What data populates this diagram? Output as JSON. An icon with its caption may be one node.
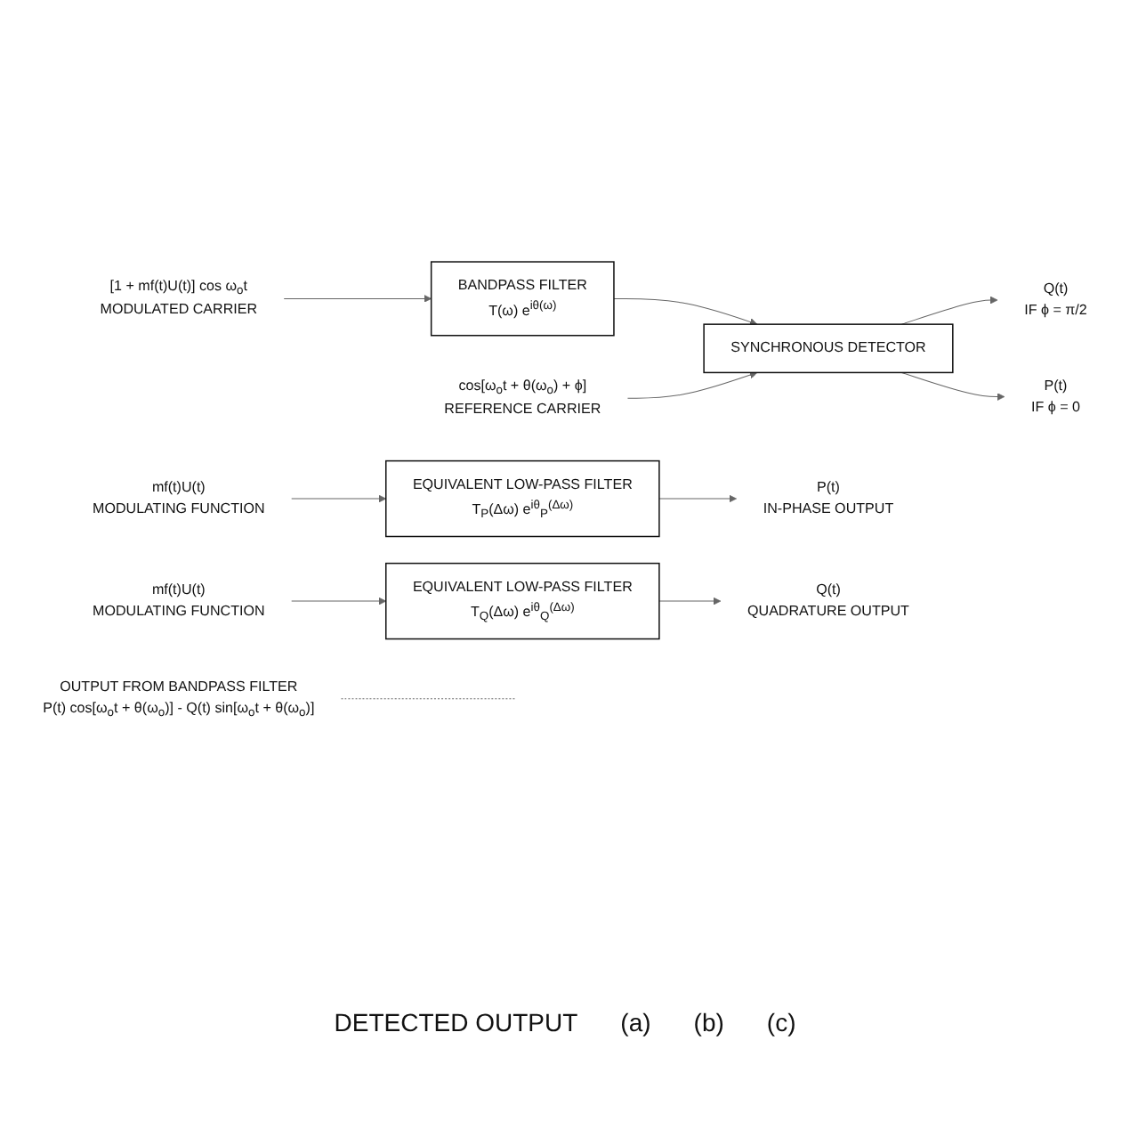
{
  "diagram": {
    "nodes": [
      {
        "text": [
          "[1 + mf(t)U(t)] cos ω$_{o}$t",
          "MODULATED CARRIER"
        ]
      },
      {
        "text": [
          "BANDPASS FILTER",
          "T(ω) e$^{iθ(ω)}$"
        ]
      },
      {
        "text": [
          "SYNCHRONOUS DETECTOR"
        ]
      },
      {
        "text": [
          "Q(t)",
          "IF ϕ = π/2"
        ]
      },
      {
        "text": [
          "P(t)",
          "IF ϕ = 0"
        ]
      },
      {
        "text": [
          "cos[ω$_{o}$t + θ(ω$_{o}$) + ϕ]",
          "REFERENCE CARRIER"
        ]
      },
      {
        "text": [
          "OUTPUT FROM BANDPASS FILTER",
          "P(t) cos[ω$_{o}$t + θ(ω$_{o}$)] - Q(t) sin[ω$_{o}$t + θ(ω$_{o}$)]"
        ]
      },
      {
        "text": [
          "mf(t)U(t)",
          "MODULATING FUNCTION"
        ]
      },
      {
        "text": [
          "EQUIVALENT LOW-PASS FILTER",
          "T$_{P}$(Δω) e$^{iθ}$$_{P}$$^{(Δω)}$"
        ]
      },
      {
        "text": [
          "P(t)",
          "IN-PHASE OUTPUT"
        ]
      },
      {
        "text": [
          "mf(t)U(t)",
          "MODULATING FUNCTION"
        ]
      },
      {
        "text": [
          "EQUIVALENT LOW-PASS FILTER",
          "T$_{Q}$(Δω) e$^{iθ}$$_{Q}$$^{(Δω)}$"
        ]
      },
      {
        "text": [
          "Q(t)",
          "QUADRATURE OUTPUT"
        ]
      }
    ],
    "edges": [
      {
        "from": 0,
        "to": 1,
        "arrow": "to"
      },
      {
        "from": 1,
        "to": 2,
        "arrow": "to"
      },
      {
        "from": 2,
        "to": 3,
        "arrow": "to"
      },
      {
        "from": 2,
        "to": 4,
        "arrow": "to"
      },
      {
        "from": 5,
        "to": 2,
        "arrow": "to"
      },
      {
        "from": 6,
        "to": null,
        "arrow": "none",
        "style": "dashed"
      },
      {
        "from": 7,
        "to": 8,
        "arrow": "to"
      },
      {
        "from": 8,
        "to": 9,
        "arrow": "to"
      },
      {
        "from": 10,
        "to": 11,
        "arrow": "to"
      },
      {
        "from": 11,
        "to": 12,
        "arrow": "to"
      }
    ],
    "labels": [
      "DETECTED OUTPUT",
      "(a)",
      "(b)",
      "(c)"
    ]
  }
}
